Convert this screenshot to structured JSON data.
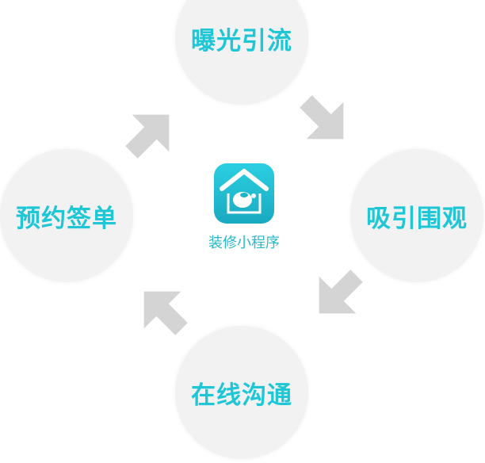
{
  "center": {
    "title": "装修小程序",
    "icon": "house-app-icon"
  },
  "steps": [
    "曝光引流",
    "吸引围观",
    "在线沟通",
    "预约签单"
  ],
  "colors": {
    "accent": "#1fc6d6",
    "arrow": "#d4d4d4",
    "circle": "#f2f2f2"
  }
}
